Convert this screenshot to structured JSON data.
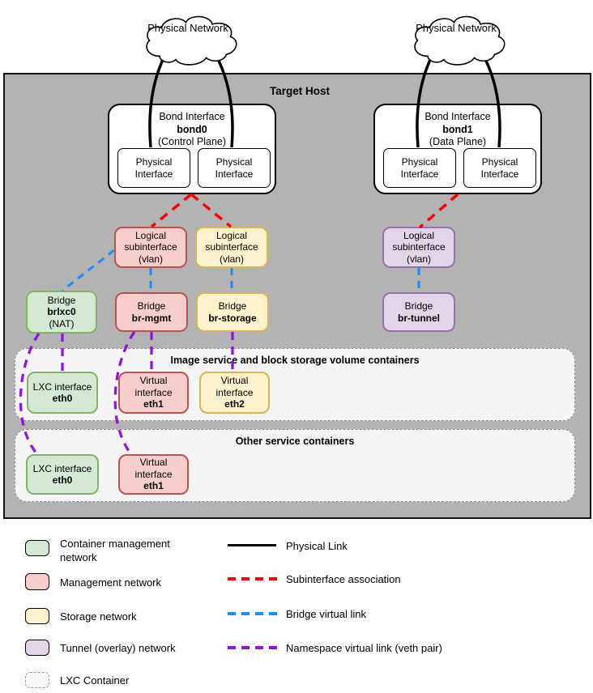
{
  "host": {
    "title": "Target Host"
  },
  "clouds": {
    "left": {
      "label": "Physical Network"
    },
    "right": {
      "label": "Physical Network"
    }
  },
  "bonds": [
    {
      "type": "Bond Interface",
      "name": "bond0",
      "plane": "(Control Plane)",
      "interfaces": [
        {
          "label": "Physical Interface"
        },
        {
          "label": "Physical Interface"
        }
      ]
    },
    {
      "type": "Bond Interface",
      "name": "bond1",
      "plane": "(Data Plane)",
      "interfaces": [
        {
          "label": "Physical Interface"
        },
        {
          "label": "Physical Interface"
        }
      ]
    }
  ],
  "subinterfaces": [
    {
      "label": "Logical subinterface",
      "detail": "(vlan)",
      "network": "management"
    },
    {
      "label": "Logical subinterface",
      "detail": "(vlan)",
      "network": "storage"
    },
    {
      "label": "Logical subinterface",
      "detail": "(vlan)",
      "network": "tunnel"
    }
  ],
  "bridges": [
    {
      "type": "Bridge",
      "name": "brlxc0",
      "detail": "(NAT)",
      "network": "container-management"
    },
    {
      "type": "Bridge",
      "name": "br-mgmt",
      "network": "management"
    },
    {
      "type": "Bridge",
      "name": "br-storage",
      "network": "storage"
    },
    {
      "type": "Bridge",
      "name": "br-tunnel",
      "network": "tunnel"
    }
  ],
  "containers": [
    {
      "title": "Image service and block storage volume containers",
      "interfaces": [
        {
          "type": "LXC interface",
          "name": "eth0",
          "network": "container-management"
        },
        {
          "type": "Virtual interface",
          "name": "eth1",
          "network": "management"
        },
        {
          "type": "Virtual interface",
          "name": "eth2",
          "network": "storage"
        }
      ]
    },
    {
      "title": "Other service containers",
      "interfaces": [
        {
          "type": "LXC interface",
          "name": "eth0",
          "network": "container-management"
        },
        {
          "type": "Virtual interface",
          "name": "eth1",
          "network": "management"
        }
      ]
    }
  ],
  "legend": {
    "networks": [
      {
        "label": "Container management network",
        "fill": "#d5e8d4",
        "border": "#82b366"
      },
      {
        "label": "Management network",
        "fill": "#f8cecc",
        "border": "#b85450"
      },
      {
        "label": "Storage network",
        "fill": "#fff2cc",
        "border": "#d6b656"
      },
      {
        "label": "Tunnel (overlay) network",
        "fill": "#e1d5e7",
        "border": "#9673a6"
      },
      {
        "label": "LXC Container",
        "fill": "#f5f5f5",
        "border": "#999999"
      }
    ],
    "links": [
      {
        "label": "Physical Link",
        "color": "#000000",
        "style": "solid"
      },
      {
        "label": "Subinterface association",
        "color": "#ff0000",
        "style": "dashed"
      },
      {
        "label": "Bridge virtual link",
        "color": "#1e8bff",
        "style": "dashed"
      },
      {
        "label": "Namespace virtual link (veth pair)",
        "color": "#9314e0",
        "style": "dashed"
      }
    ]
  },
  "colors": {
    "host_fill": "#b3b3b3",
    "container_fill": "#f5f5f5",
    "physical_link": "#000000",
    "subinterface_link": "#ff0000",
    "bridge_link": "#1e8bff",
    "namespace_link": "#9314e0"
  }
}
